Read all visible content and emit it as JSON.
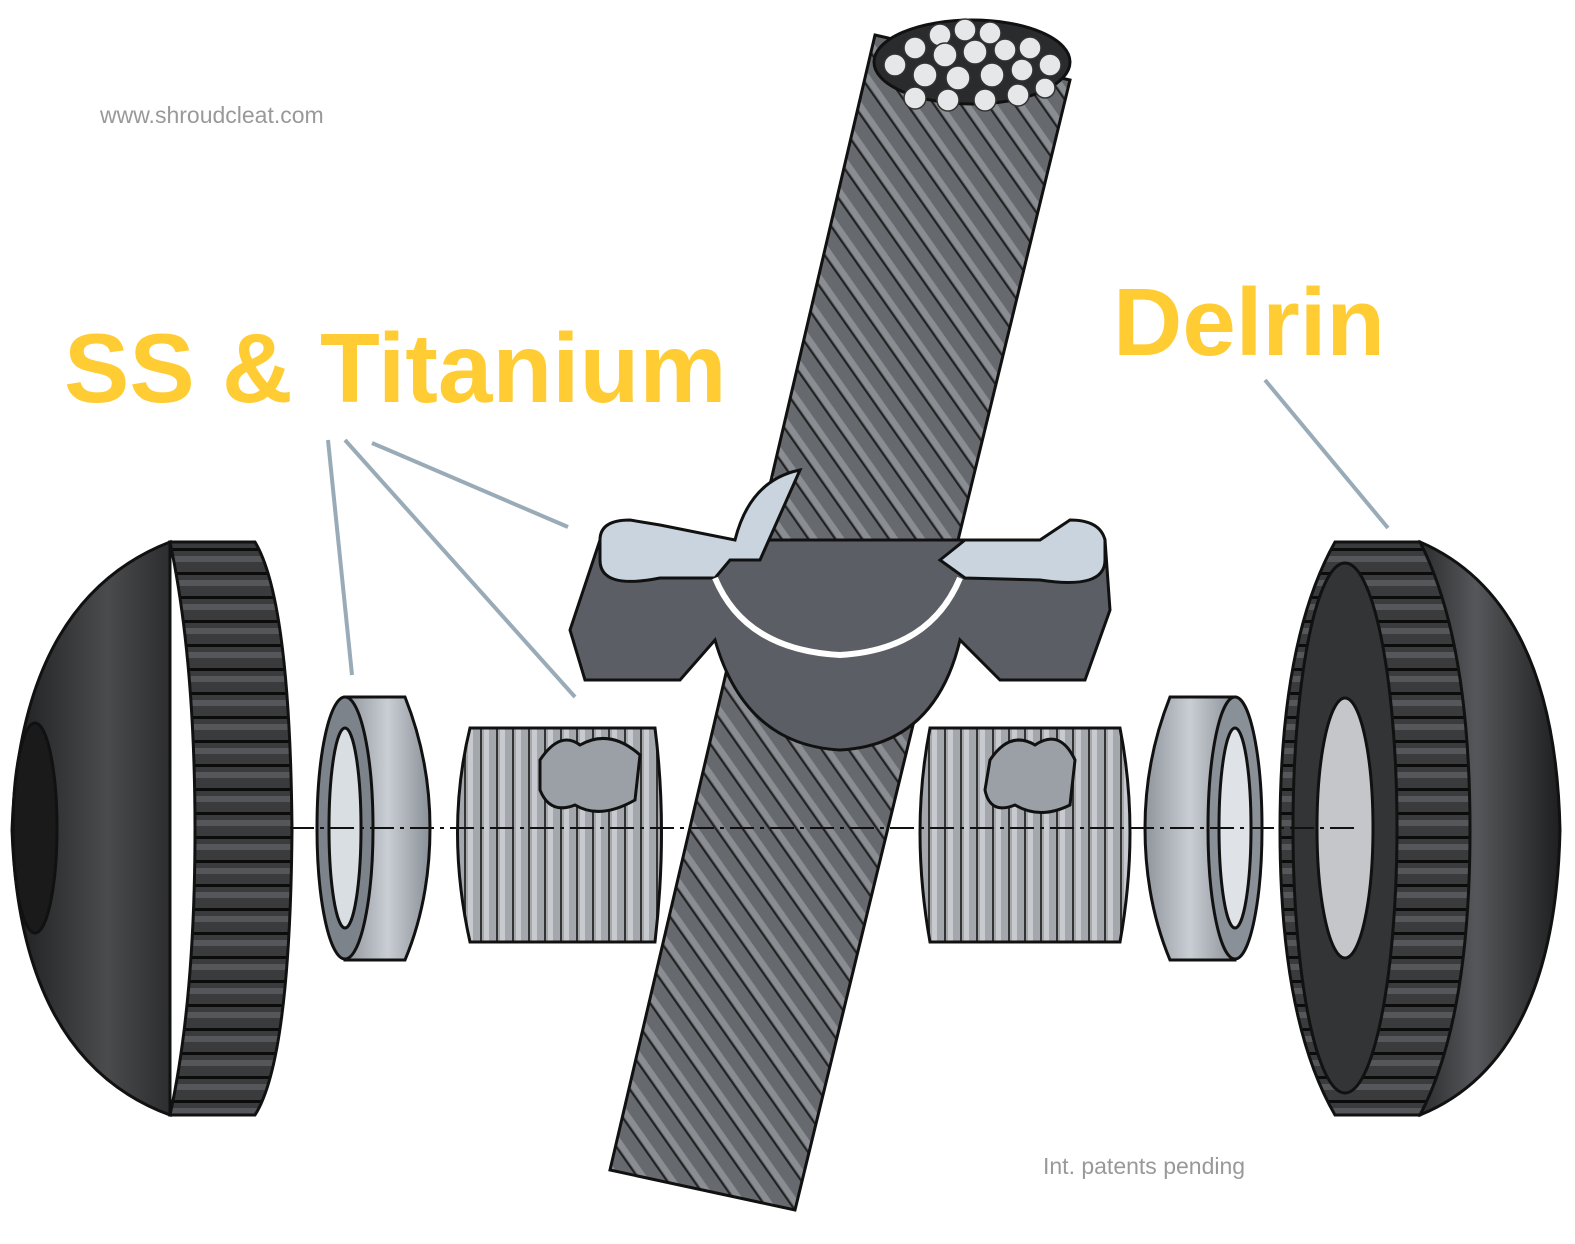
{
  "website": "www.shroudcleat.com",
  "labels": {
    "metal_parts": "SS & Titanium",
    "plastic_parts": "Delrin"
  },
  "footer_note": "Int. patents pending",
  "colors": {
    "label_yellow": "#FFCC33",
    "caption_gray": "#999999",
    "leader_line": "#9AABB8",
    "cable_gray": "#5E6166",
    "knob_black": "#2E2F31",
    "metal_light": "#B8BEC5"
  }
}
